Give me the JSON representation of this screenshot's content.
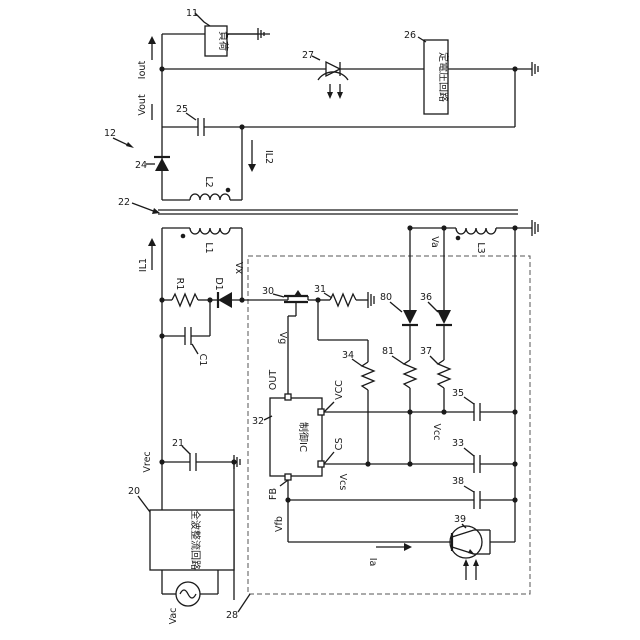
{
  "refs": {
    "load": "11",
    "transformer_ref": "12",
    "rectifier": "20",
    "cap21": "21",
    "core": "22",
    "diode24": "24",
    "cap25": "25",
    "const_voltage": "26",
    "led27": "27",
    "box28": "28",
    "fet30": "30",
    "res31": "31",
    "ic32": "32",
    "cap33": "33",
    "res34": "34",
    "cap35": "35",
    "diode36": "36",
    "res37": "37",
    "cap38": "38",
    "photo39": "39",
    "diode80": "80",
    "res81": "81"
  },
  "blocks": {
    "load_text": "負荷",
    "cv_text": "定電圧回路",
    "rect_text": "全波整流回路",
    "ic_text": "制御IC"
  },
  "labels": {
    "iout": "Iout",
    "vout": "Vout",
    "il2": "IL2",
    "l2": "L2",
    "l1": "L1",
    "il1": "IL1",
    "r1": "R1",
    "d1": "D1",
    "c1": "C1",
    "vx": "Vx",
    "vrec": "Vrec",
    "vac": "Vac",
    "vg": "Vg",
    "out": "OUT",
    "vcc_pin": "VCC",
    "cs": "CS",
    "fb": "FB",
    "vcs": "Vcs",
    "vfb": "Vfb",
    "vcc": "Vcc",
    "va": "Va",
    "l3": "L3",
    "ia": "Ia"
  }
}
